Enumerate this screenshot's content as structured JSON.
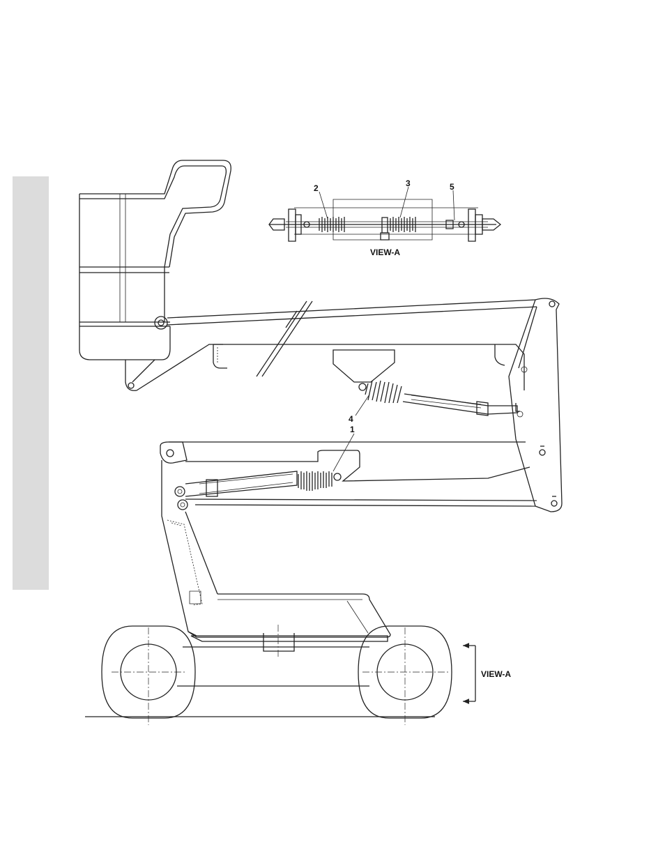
{
  "colors": {
    "side_tab": "#dcdcdc",
    "line": "#222222"
  },
  "view_a": {
    "label": "VIEW-A"
  },
  "section_marker": {
    "label": "VIEW-A"
  },
  "callouts": {
    "c1": "1",
    "c2": "2",
    "c3": "3",
    "c4": "4",
    "c5": "5"
  }
}
